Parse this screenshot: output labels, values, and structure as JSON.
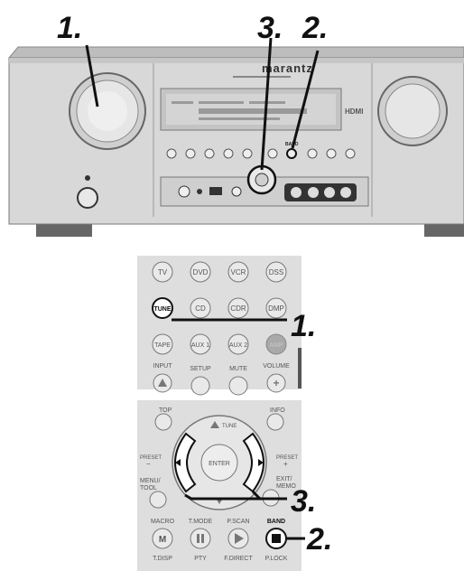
{
  "receiver": {
    "brand": "marantz",
    "display_logo": "HDMI",
    "source_buttons": [
      "BAND"
    ]
  },
  "remote_top": {
    "rows": [
      [
        "TV",
        "DVD",
        "VCR",
        "DSS"
      ],
      [
        "TUNE",
        "CD",
        "CDR",
        "DMP"
      ],
      [
        "TAPE",
        "AUX 1",
        "AUX 2",
        "AMP"
      ]
    ],
    "labels": {
      "input": "INPUT",
      "setup": "SETUP",
      "mute": "MUTE",
      "volume": "VOLUME"
    }
  },
  "remote_bottom": {
    "labels": {
      "top": "TOP",
      "info": "INFO",
      "tune": "TUNE",
      "preset_left": "PRESET",
      "preset_left_sign": "−",
      "preset_right": "PRESET",
      "preset_right_sign": "+",
      "enter": "ENTER",
      "menu": "MENU/",
      "tool": "TOOL",
      "exit": "EXIT/",
      "memo": "MEMO",
      "macro": "MACRO",
      "tmode": "T.MODE",
      "pscan": "P.SCAN",
      "band": "BAND",
      "m_button": "M",
      "tdisp": "T.DISP",
      "pty": "PTY",
      "fdirect": "F.DIRECT",
      "plock": "P.LOCK"
    }
  },
  "callouts": {
    "top_1": "1.",
    "top_3": "3.",
    "top_2": "2.",
    "remote_1": "1.",
    "remote_3": "3.",
    "remote_2": "2."
  }
}
